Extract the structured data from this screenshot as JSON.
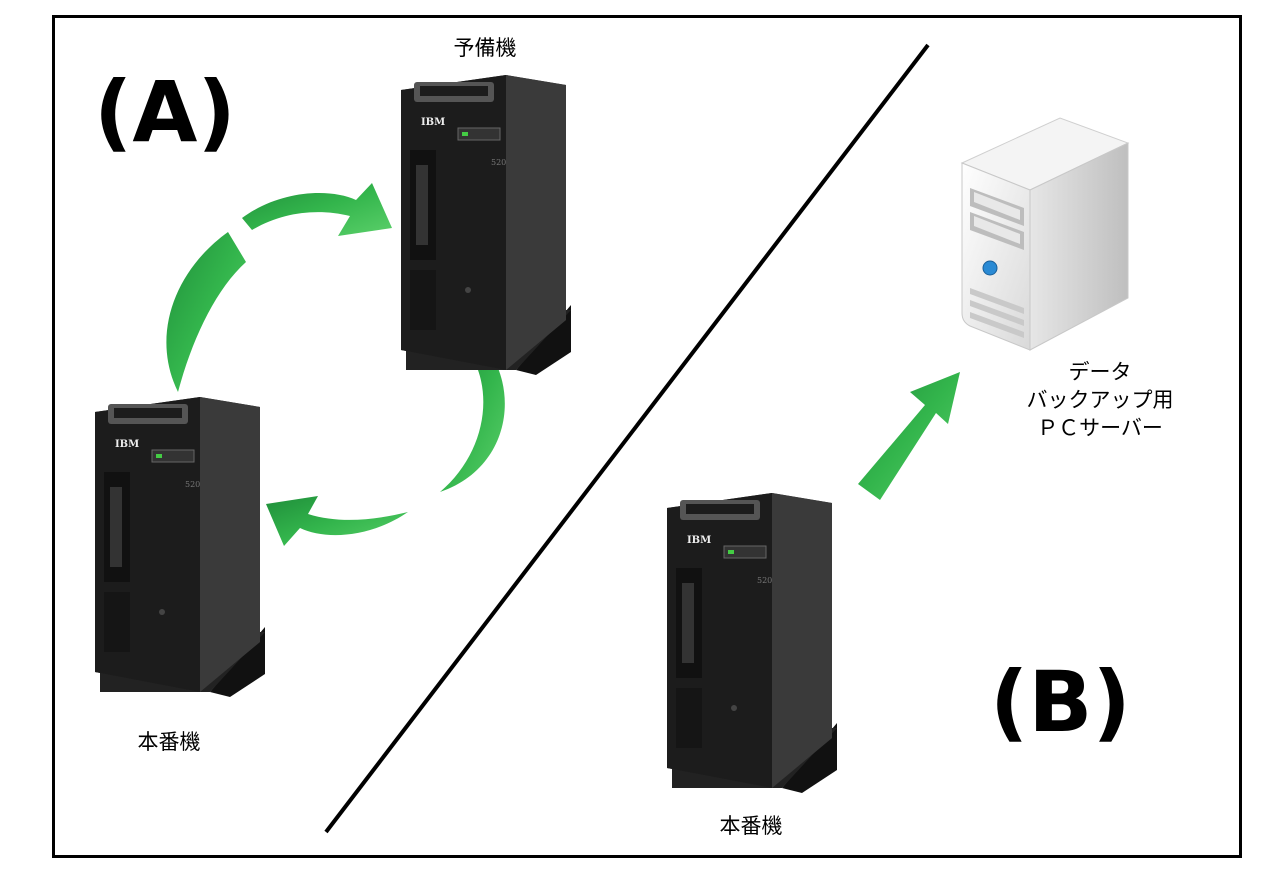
{
  "panel_a": {
    "label": "(A)",
    "standby_server": {
      "caption": "予備機",
      "brand": "IBM",
      "model": "520"
    },
    "production_server": {
      "caption": "本番機",
      "brand": "IBM",
      "model": "520"
    }
  },
  "panel_b": {
    "label": "(B)",
    "production_server": {
      "caption": "本番機",
      "brand": "IBM",
      "model": "520"
    },
    "backup_pc": {
      "caption_line1": "データ",
      "caption_line2": "バックアップ用",
      "caption_line3": "ＰＣサーバー"
    }
  },
  "colors": {
    "arrow": "#2db34a",
    "arrow_dark": "#1e8a36",
    "frame": "#000000",
    "tower": "#1e1e1e"
  }
}
